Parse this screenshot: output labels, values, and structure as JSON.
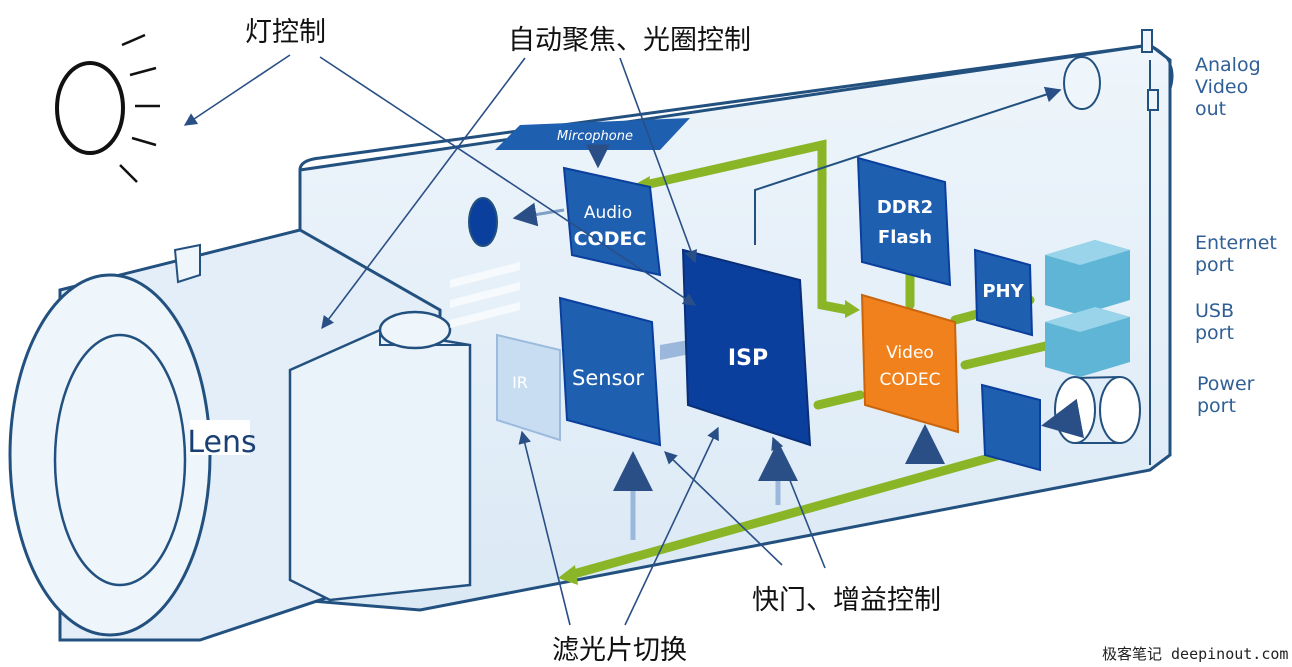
{
  "annotations": {
    "light_control": "灯控制",
    "autofocus_iris_control": "自动聚焦、光圈控制",
    "shutter_gain_control": "快门、增益控制",
    "filter_switch": "滤光片切换"
  },
  "components": {
    "microphone": "Mircophone",
    "audio_codec_line1": "Audio",
    "audio_codec_line2": "CODEC",
    "sensor": "Sensor",
    "isp": "ISP",
    "ir_filter": "IR",
    "ddr2_line1": "DDR2",
    "ddr2_line2": "Flash",
    "phy": "PHY",
    "video_codec_line1": "Video",
    "video_codec_line2": "CODEC",
    "lens": "Lens"
  },
  "ports": {
    "analog_video": "Analog\nVideo\nout",
    "ethernet": "Enternet\nport",
    "usb": "USB\nport",
    "power": "Power\nport"
  },
  "watermark": "极客笔记 deepinout.com",
  "colors": {
    "chip_blue": "#1f5fb0",
    "isp_blue": "#0b3f9e",
    "video_codec_orange": "#f0811c",
    "bus_green": "#8ab526",
    "outline_blue": "#23517f",
    "port_cube": "#5fb5d6"
  }
}
